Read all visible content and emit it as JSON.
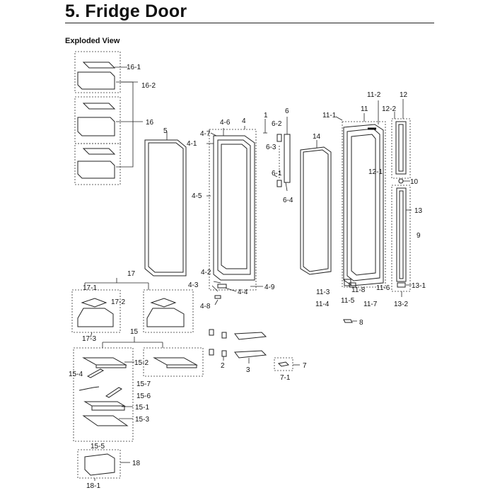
{
  "title": "5.  Fridge Door",
  "subtitle": "Exploded View",
  "labels": [
    "16-1",
    "16-2",
    "16",
    "5",
    "4-6",
    "4",
    "4-7",
    "4-1",
    "4-5",
    "4-2",
    "4-3",
    "4-4",
    "4-9",
    "4-8",
    "1",
    "6",
    "6-2",
    "6-3",
    "6-1",
    "6-4",
    "14",
    "11-1",
    "11",
    "11-2",
    "12",
    "12-2",
    "12-1",
    "10",
    "13",
    "9",
    "11-3",
    "11-8",
    "11-6",
    "13-1",
    "11-4",
    "11-5",
    "11-7",
    "13-2",
    "8",
    "17",
    "17-1",
    "17-2",
    "17-3",
    "15",
    "15-2",
    "15-4",
    "15-7",
    "15-6",
    "15-1",
    "15-3",
    "15-5",
    "2",
    "3",
    "7",
    "7-1",
    "18",
    "18-1"
  ]
}
